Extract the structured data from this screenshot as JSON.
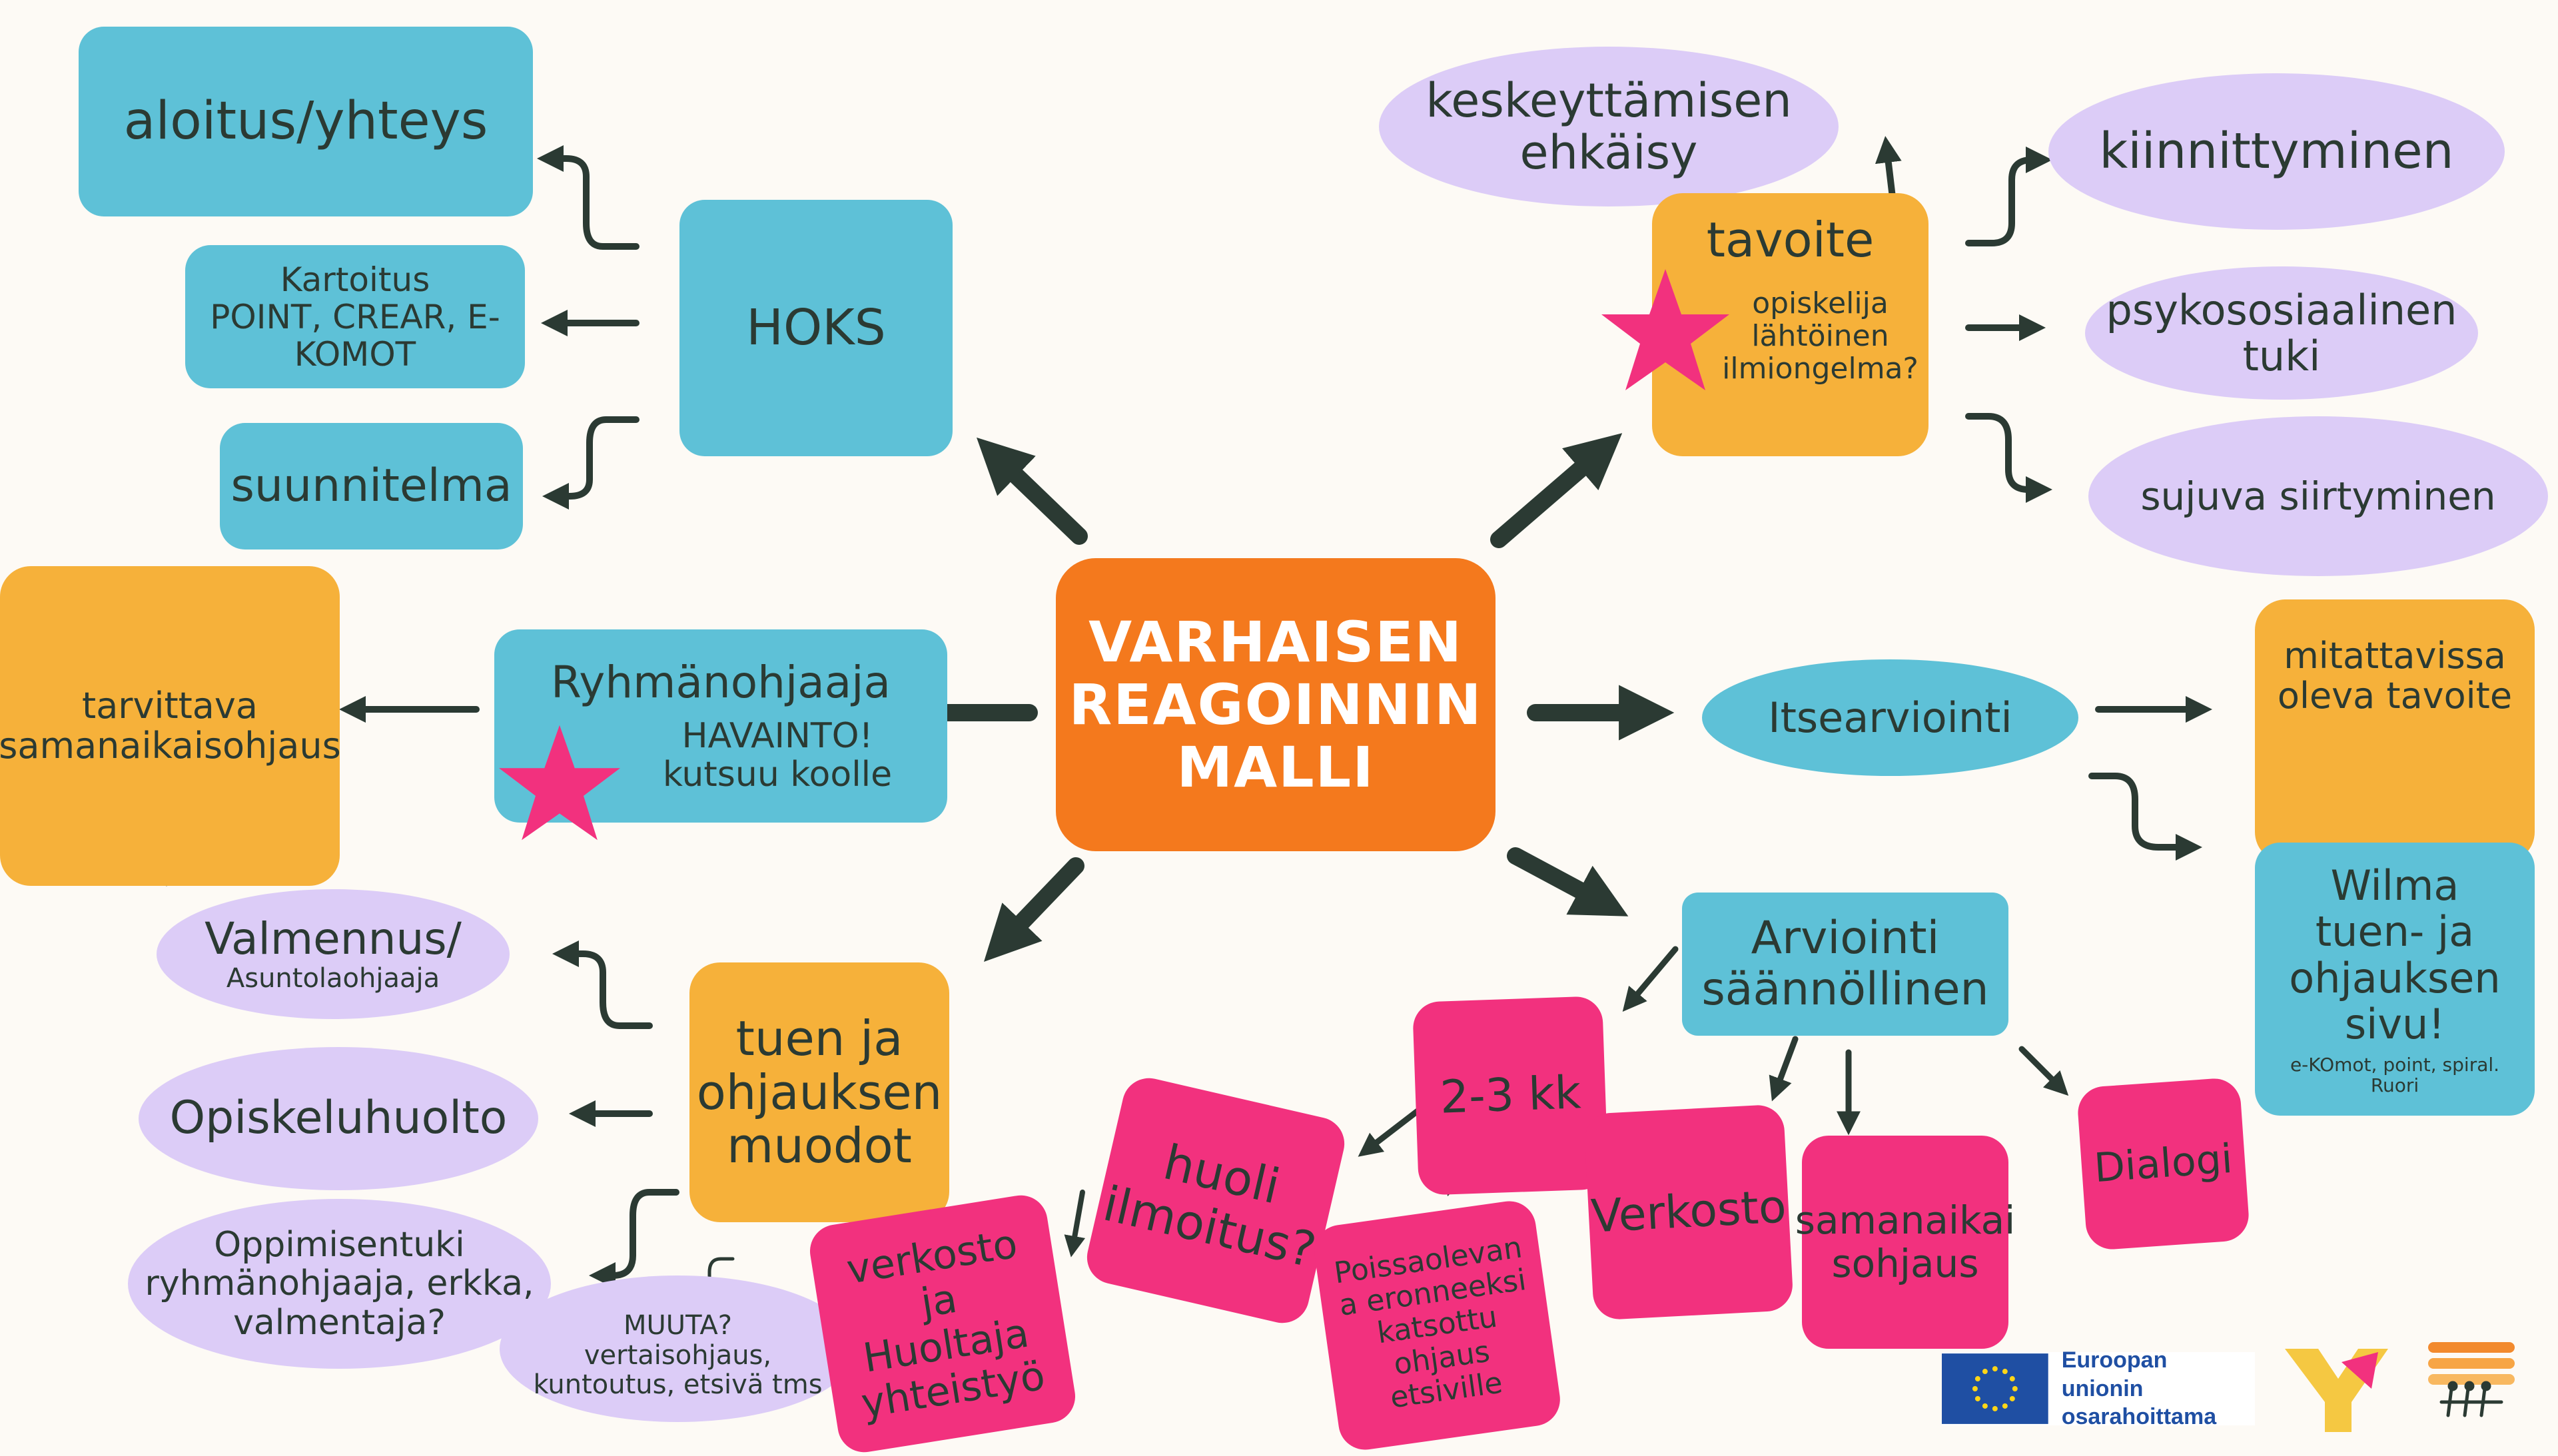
{
  "center": {
    "lines": [
      "VARHAISEN",
      "REAGOINNIN",
      "MALLI"
    ]
  },
  "hoks": {
    "label": "HOKS"
  },
  "hoks_items": {
    "aloitus": "aloitus/yhteys",
    "kartoitus": [
      "Kartoitus",
      "POINT, CREAR, E-",
      "KOMOT"
    ],
    "suunnitelma": "suunnitelma"
  },
  "tavoite": {
    "title": "tavoite",
    "lines": [
      "opiskelija",
      "lähtöinen",
      "ilmiongelma?"
    ]
  },
  "tavoite_items": {
    "keskeyttamisen": [
      "keskeyttämisen",
      "ehkäisy"
    ],
    "kiinnittyminen": "kiinnittyminen",
    "psykososiaalinen": [
      "psykososiaalinen",
      "tuki"
    ],
    "sujuva": "sujuva siirtyminen"
  },
  "ryhmanohjaaja": {
    "title": "Ryhmänohjaaja",
    "lines": [
      "HAVAINTO!",
      "kutsuu koolle"
    ]
  },
  "tarvittava": {
    "lines": [
      "tarvittava",
      "samanaikaisohjaus"
    ]
  },
  "valmennus": {
    "title": "Valmennus/",
    "sub": "Asuntolaohjaaja"
  },
  "itsearviointi": {
    "label": "Itsearviointi"
  },
  "mitattavissa": {
    "lines": [
      "mitattavissa",
      "oleva tavoite"
    ]
  },
  "wilma": {
    "lines": [
      "Wilma",
      "tuen- ja",
      "ohjauksen",
      "sivu!"
    ],
    "sub": [
      "e-KOmot, point, spiral.",
      "Ruori"
    ]
  },
  "tuen": {
    "lines": [
      "tuen ja",
      "ohjauksen",
      "muodot"
    ]
  },
  "tuen_items": {
    "opiskeluhuolto": "Opiskeluhuolto",
    "oppimisentuki": [
      "Oppimisentuki",
      "ryhmänohjaaja, erkka,",
      "valmentaja?"
    ],
    "muuta": [
      "MUUTA?",
      "vertaisohjaus,",
      "kuntoutus, etsivä tms"
    ]
  },
  "arviointi": {
    "lines": [
      "Arviointi",
      "säännöllinen"
    ]
  },
  "arviointi_items": {
    "kk": "2-3 kk",
    "verkosto": "Verkosto",
    "samanaikai": [
      "samanaikai",
      "sohjaus"
    ],
    "dialogi": "Dialogi",
    "huoli": [
      "huoli",
      "ilmoitus?"
    ],
    "verkosto_huoltaja": [
      "verkosto",
      "ja",
      "Huoltaja",
      "yhteistyö"
    ],
    "poissaolevan": [
      "Poissaolevan",
      "a eronneeksi",
      "katsottu",
      "ohjaus",
      "etsiville"
    ]
  },
  "footer": {
    "eu_label": [
      "Euroopan unionin",
      "osarahoittama"
    ]
  },
  "colors": {
    "blue": "#5ec1d7",
    "orange": "#f6b13a",
    "deep_orange": "#f4791d",
    "pink": "#f2317e",
    "lavender": "#dcccf7",
    "arrow": "#2b3a33",
    "eu_blue": "#1f4fa3"
  },
  "icons": [
    "star-icon",
    "eu-flag-icon",
    "y-logo-icon",
    "rowing-logo-icon"
  ]
}
